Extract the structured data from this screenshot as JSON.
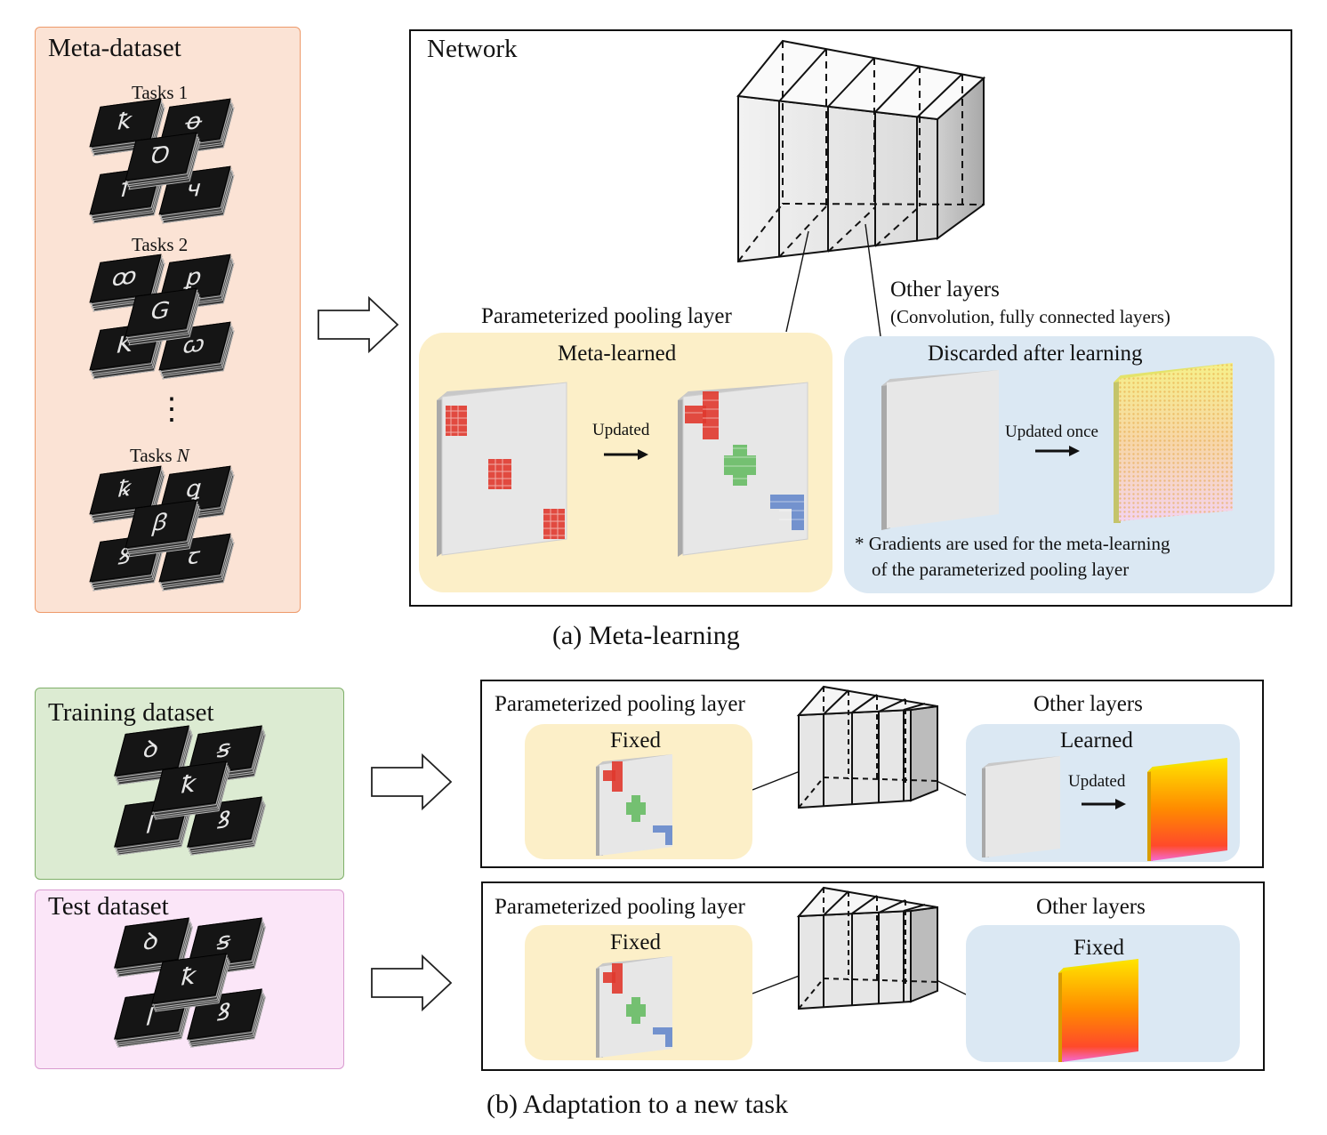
{
  "meta_dataset": {
    "title": "Meta-dataset",
    "task_groups": [
      {
        "label": "Tasks  1",
        "glyphs": [
          "ꝁ",
          "ꝋ",
          "Ꝺ",
          "ꝉ",
          "ч"
        ]
      },
      {
        "label": "Tasks  2",
        "glyphs": [
          "ꝏ",
          "ꝑ",
          "G",
          "K",
          "ꞷ"
        ]
      },
      {
        "label": "Tasks  ",
        "label_var": "N",
        "glyphs": [
          "ꝅ",
          "ꝗ",
          "ꞵ",
          "ꝸ",
          "ꞇ"
        ]
      }
    ],
    "ellipsis": "⋮"
  },
  "meta_learning": {
    "network_label": "Network",
    "pool_label": "Parameterized pooling layer",
    "other_label": "Other layers",
    "other_sub": "(Convolution,  fully connected  layers)",
    "meta_learned": "Meta-learned",
    "discarded": "Discarded after learning",
    "updated": "Updated",
    "updated_once": "Updated once",
    "note_line1": "* Gradients  are used for the  meta-learning",
    "note_line2": "of the parameterized  pooling layer",
    "caption": "(a) Meta-learning"
  },
  "adaptation": {
    "training_title": "Training dataset",
    "test_title": "Test dataset",
    "training_glyphs": [
      "ꝺ",
      "ꞩ",
      "ꝁ",
      "ꞁ",
      "ꝸ"
    ],
    "test_glyphs": [
      "ꝺ",
      "ꞩ",
      "ꝁ",
      "ꞁ",
      "ꝸ"
    ],
    "row1": {
      "pool_label": "Parameterized pooling layer",
      "other_label": "Other layers",
      "pool_state": "Fixed",
      "other_state": "Learned",
      "updated": "Updated"
    },
    "row2": {
      "pool_label": "Parameterized pooling layer",
      "other_label": "Other layers",
      "pool_state": "Fixed",
      "other_state": "Fixed"
    },
    "caption": "(b) Adaptation  to a new task"
  },
  "colors": {
    "meta_panel_bg": "#fbe3d5",
    "meta_panel_border": "#ee9a6a",
    "train_panel_bg": "#dcebd2",
    "train_panel_border": "#7fb069",
    "test_panel_bg": "#fbe6f8",
    "test_panel_border": "#d99bd0",
    "pool_zone": "#fcefc8",
    "other_zone": "#dbe8f3",
    "patch_red": "#e0392e",
    "patch_green": "#5fb85c",
    "patch_blue": "#5e82c9"
  }
}
